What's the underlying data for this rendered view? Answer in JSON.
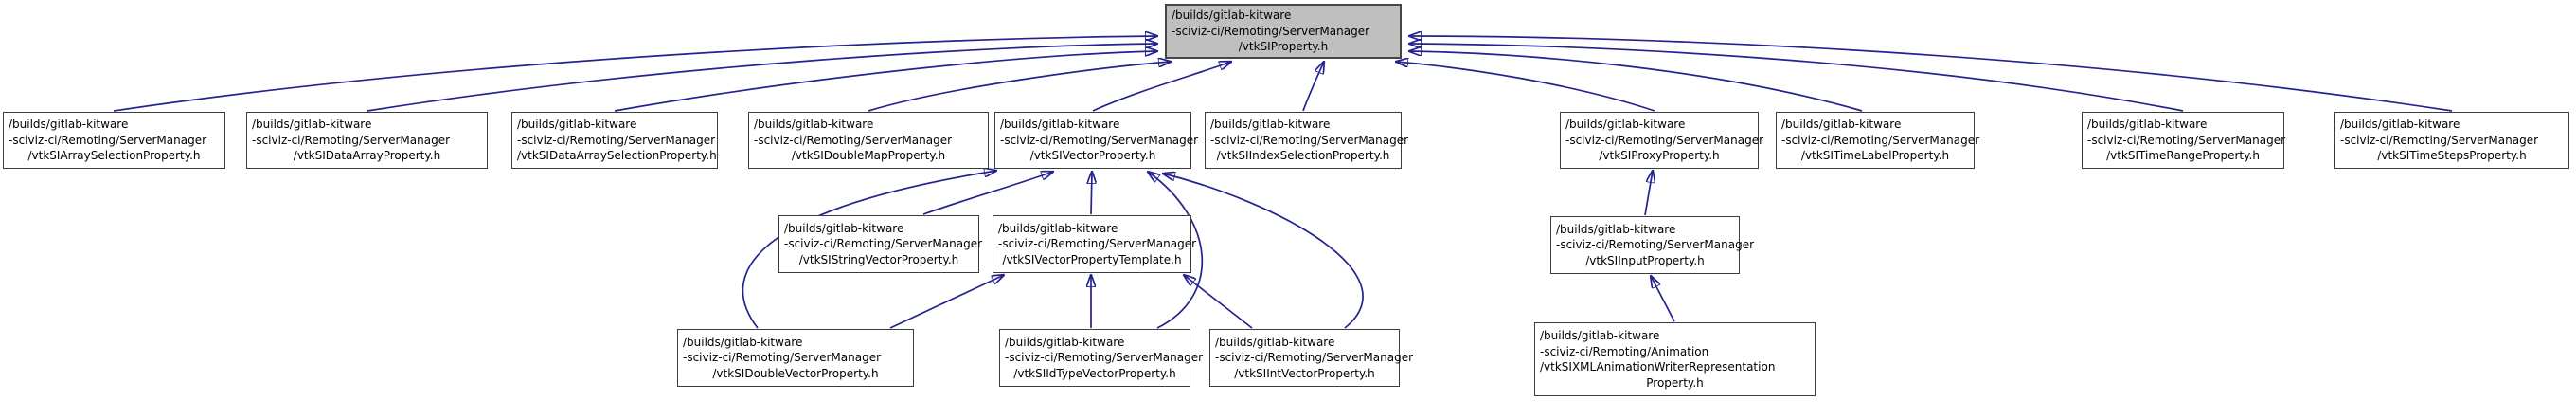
{
  "colors": {
    "background": "#ffffff",
    "edge": "#232390",
    "node_border": "#3c3c3c",
    "node_fill": "#ffffff",
    "highlighted_node_fill": "#bfbfbf"
  },
  "graph": {
    "type": "include-dependency-graph",
    "nodes": [
      {
        "id": "vtkSIProperty.h",
        "highlighted": true,
        "lines": [
          "/builds/gitlab-kitware",
          "-sciviz-ci/Remoting/ServerManager",
          "/vtkSIProperty.h"
        ]
      },
      {
        "id": "vtkSIArraySelectionProperty.h",
        "highlighted": false,
        "lines": [
          "/builds/gitlab-kitware",
          "-sciviz-ci/Remoting/ServerManager",
          "/vtkSIArraySelectionProperty.h"
        ]
      },
      {
        "id": "vtkSIDataArrayProperty.h",
        "highlighted": false,
        "lines": [
          "/builds/gitlab-kitware",
          "-sciviz-ci/Remoting/ServerManager",
          "/vtkSIDataArrayProperty.h"
        ]
      },
      {
        "id": "vtkSIDataArraySelectionProperty.h",
        "highlighted": false,
        "lines": [
          "/builds/gitlab-kitware",
          "-sciviz-ci/Remoting/ServerManager",
          "/vtkSIDataArraySelectionProperty.h"
        ]
      },
      {
        "id": "vtkSIDoubleMapProperty.h",
        "highlighted": false,
        "lines": [
          "/builds/gitlab-kitware",
          "-sciviz-ci/Remoting/ServerManager",
          "/vtkSIDoubleMapProperty.h"
        ]
      },
      {
        "id": "vtkSIVectorProperty.h",
        "highlighted": false,
        "lines": [
          "/builds/gitlab-kitware",
          "-sciviz-ci/Remoting/ServerManager",
          "/vtkSIVectorProperty.h"
        ]
      },
      {
        "id": "vtkSIIndexSelectionProperty.h",
        "highlighted": false,
        "lines": [
          "/builds/gitlab-kitware",
          "-sciviz-ci/Remoting/ServerManager",
          "/vtkSIIndexSelectionProperty.h"
        ]
      },
      {
        "id": "vtkSIProxyProperty.h",
        "highlighted": false,
        "lines": [
          "/builds/gitlab-kitware",
          "-sciviz-ci/Remoting/ServerManager",
          "/vtkSIProxyProperty.h"
        ]
      },
      {
        "id": "vtkSITimeLabelProperty.h",
        "highlighted": false,
        "lines": [
          "/builds/gitlab-kitware",
          "-sciviz-ci/Remoting/ServerManager",
          "/vtkSITimeLabelProperty.h"
        ]
      },
      {
        "id": "vtkSITimeRangeProperty.h",
        "highlighted": false,
        "lines": [
          "/builds/gitlab-kitware",
          "-sciviz-ci/Remoting/ServerManager",
          "/vtkSITimeRangeProperty.h"
        ]
      },
      {
        "id": "vtkSITimeStepsProperty.h",
        "highlighted": false,
        "lines": [
          "/builds/gitlab-kitware",
          "-sciviz-ci/Remoting/ServerManager",
          "/vtkSITimeStepsProperty.h"
        ]
      },
      {
        "id": "vtkSIStringVectorProperty.h",
        "highlighted": false,
        "lines": [
          "/builds/gitlab-kitware",
          "-sciviz-ci/Remoting/ServerManager",
          "/vtkSIStringVectorProperty.h"
        ]
      },
      {
        "id": "vtkSIVectorPropertyTemplate.h",
        "highlighted": false,
        "lines": [
          "/builds/gitlab-kitware",
          "-sciviz-ci/Remoting/ServerManager",
          "/vtkSIVectorPropertyTemplate.h"
        ]
      },
      {
        "id": "vtkSIInputProperty.h",
        "highlighted": false,
        "lines": [
          "/builds/gitlab-kitware",
          "-sciviz-ci/Remoting/ServerManager",
          "/vtkSIInputProperty.h"
        ]
      },
      {
        "id": "vtkSIDoubleVectorProperty.h",
        "highlighted": false,
        "lines": [
          "/builds/gitlab-kitware",
          "-sciviz-ci/Remoting/ServerManager",
          "/vtkSIDoubleVectorProperty.h"
        ]
      },
      {
        "id": "vtkSIIdTypeVectorProperty.h",
        "highlighted": false,
        "lines": [
          "/builds/gitlab-kitware",
          "-sciviz-ci/Remoting/ServerManager",
          "/vtkSIIdTypeVectorProperty.h"
        ]
      },
      {
        "id": "vtkSIIntVectorProperty.h",
        "highlighted": false,
        "lines": [
          "/builds/gitlab-kitware",
          "-sciviz-ci/Remoting/ServerManager",
          "/vtkSIIntVectorProperty.h"
        ]
      },
      {
        "id": "vtkSIXMLAnimationWriterRepresentationProperty.h",
        "highlighted": false,
        "lines": [
          "/builds/gitlab-kitware",
          "-sciviz-ci/Remoting/Animation",
          "/vtkSIXMLAnimationWriterRepresentation",
          "Property.h"
        ]
      }
    ],
    "edges": [
      {
        "from": "vtkSIArraySelectionProperty.h",
        "to": "vtkSIProperty.h"
      },
      {
        "from": "vtkSIDataArrayProperty.h",
        "to": "vtkSIProperty.h"
      },
      {
        "from": "vtkSIDataArraySelectionProperty.h",
        "to": "vtkSIProperty.h"
      },
      {
        "from": "vtkSIDoubleMapProperty.h",
        "to": "vtkSIProperty.h"
      },
      {
        "from": "vtkSIVectorProperty.h",
        "to": "vtkSIProperty.h"
      },
      {
        "from": "vtkSIIndexSelectionProperty.h",
        "to": "vtkSIProperty.h"
      },
      {
        "from": "vtkSIProxyProperty.h",
        "to": "vtkSIProperty.h"
      },
      {
        "from": "vtkSITimeLabelProperty.h",
        "to": "vtkSIProperty.h"
      },
      {
        "from": "vtkSITimeRangeProperty.h",
        "to": "vtkSIProperty.h"
      },
      {
        "from": "vtkSITimeStepsProperty.h",
        "to": "vtkSIProperty.h"
      },
      {
        "from": "vtkSIStringVectorProperty.h",
        "to": "vtkSIVectorProperty.h"
      },
      {
        "from": "vtkSIVectorPropertyTemplate.h",
        "to": "vtkSIVectorProperty.h"
      },
      {
        "from": "vtkSIDoubleVectorProperty.h",
        "to": "vtkSIVectorProperty.h"
      },
      {
        "from": "vtkSIDoubleVectorProperty.h",
        "to": "vtkSIVectorPropertyTemplate.h"
      },
      {
        "from": "vtkSIIdTypeVectorProperty.h",
        "to": "vtkSIVectorPropertyTemplate.h"
      },
      {
        "from": "vtkSIIdTypeVectorProperty.h",
        "to": "vtkSIVectorProperty.h"
      },
      {
        "from": "vtkSIIntVectorProperty.h",
        "to": "vtkSIVectorPropertyTemplate.h"
      },
      {
        "from": "vtkSIIntVectorProperty.h",
        "to": "vtkSIVectorProperty.h"
      },
      {
        "from": "vtkSIInputProperty.h",
        "to": "vtkSIProxyProperty.h"
      },
      {
        "from": "vtkSIXMLAnimationWriterRepresentationProperty.h",
        "to": "vtkSIInputProperty.h"
      }
    ]
  }
}
